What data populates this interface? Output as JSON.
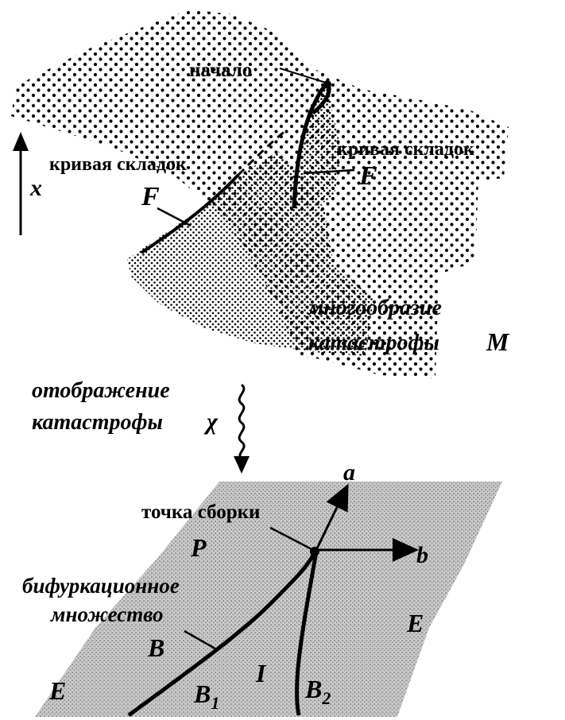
{
  "upper": {
    "start_label": "начало",
    "fold_curve_left": "кривая складок",
    "fold_curve_right": "кривая складок",
    "fold_letter_left": "F",
    "fold_letter_right": "F",
    "axis_x": "x",
    "manifold_line1": "многообразие",
    "manifold_line2": "катастрофы",
    "manifold_symbol": "M"
  },
  "map": {
    "line1": "отображение",
    "line2": "катастрофы",
    "symbol": "χ"
  },
  "lower": {
    "axis_a": "a",
    "axis_b": "b",
    "cusp_label": "точка сборки",
    "region_P": "P",
    "bif_line1": "бифуркационное",
    "bif_line2": "множество",
    "region_E_right": "E",
    "region_B": "B",
    "region_I": "I",
    "region_E_left": "E",
    "curve_B1": "B",
    "curve_B1_sub": "1",
    "curve_B2": "B",
    "curve_B2_sub": "2"
  },
  "colors": {
    "ink": "#000000",
    "paper": "#ffffff",
    "plane_shade": "#bdbdbd"
  }
}
